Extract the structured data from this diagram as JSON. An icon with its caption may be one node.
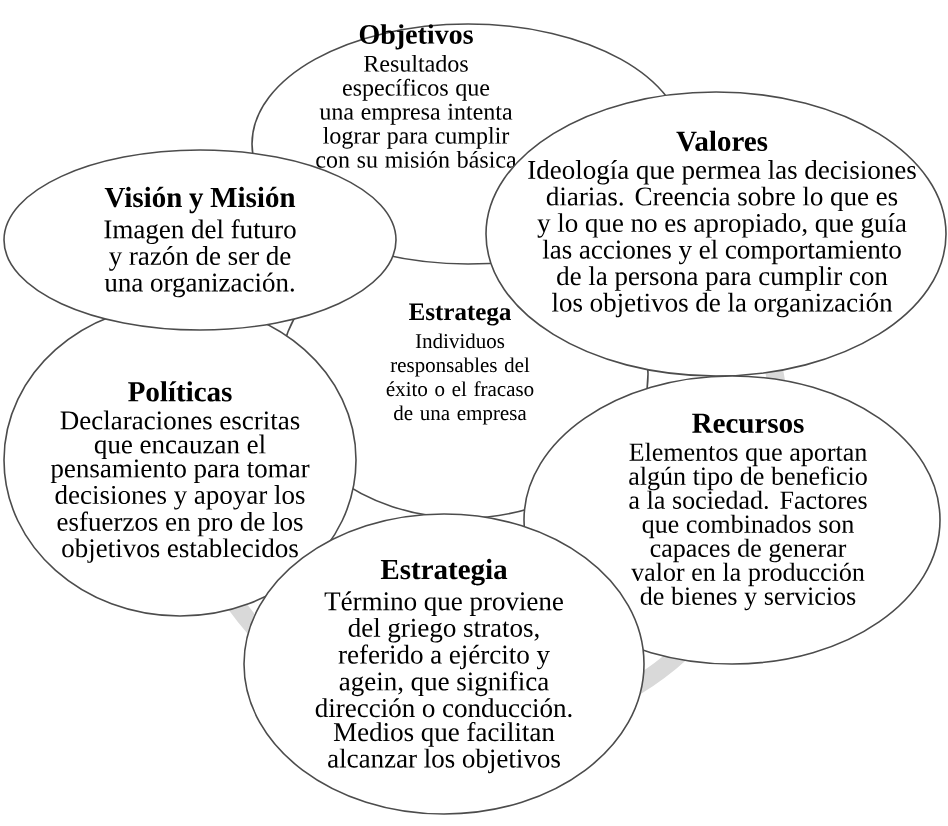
{
  "diagram": {
    "nodes": [
      {
        "text": [
          "Objetivos",
          "Resultados específicos que una empresa intenta lograr para cumplir con su misión básica"
        ]
      },
      {
        "text": [
          "Valores",
          "Ideología que permea las decisiones diarias. Creencia sobre lo que es y lo que no es apropiado, que guía las acciones y el comportamiento de la persona para cumplir con los objetivos de la organización"
        ]
      },
      {
        "text": [
          "Visión y Misión",
          "Imagen del futuro y razón de ser de una organización."
        ]
      },
      {
        "text": [
          "Estratega",
          "Individuos responsables del éxito o el fracaso de una empresa"
        ]
      },
      {
        "text": [
          "Políticas",
          "Declaraciones escritas que encauzan el pensamiento para tomar decisiones y apoyar los esfuerzos en pro de los objetivos establecidos"
        ]
      },
      {
        "text": [
          "Recursos",
          "Elementos que aportan algún tipo de beneficio a la sociedad. Factores que combinados son capaces de generar valor en la producción de bienes y servicios"
        ]
      },
      {
        "text": [
          "Estrategia",
          "Término que proviene del griego  stratos, referido a ejército y agein, que significa dirección o conducción. Medios que facilitan alcanzar los objetivos"
        ]
      }
    ]
  }
}
